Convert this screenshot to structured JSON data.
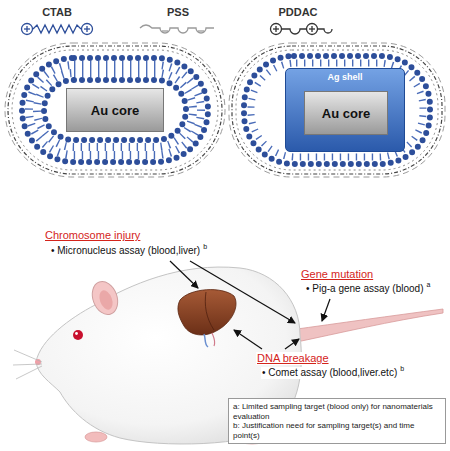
{
  "diagram": {
    "nodes": [
      {
        "text": [
          "Au core"
        ]
      },
      {
        "text": [
          "Ag shell"
        ]
      },
      {
        "text": [
          "Au core"
        ],
        "in": 1
      },
      {
        "text": [
          "a: Limited sampling target (blood only) for nanomaterials evaluation",
          "b: Justification need for sampling target(s) and time point(s)"
        ]
      }
    ],
    "labels": [
      "CTAB",
      "PSS",
      "PDDAC",
      "Chromosome injury",
      "• Micronucleus assay (blood,liver)",
      "b",
      "Gene mutation",
      "• Pig-a gene assay (blood)",
      "a",
      "DNA breakage",
      "• Comet assay (blood,liver.etc)",
      "b"
    ]
  }
}
